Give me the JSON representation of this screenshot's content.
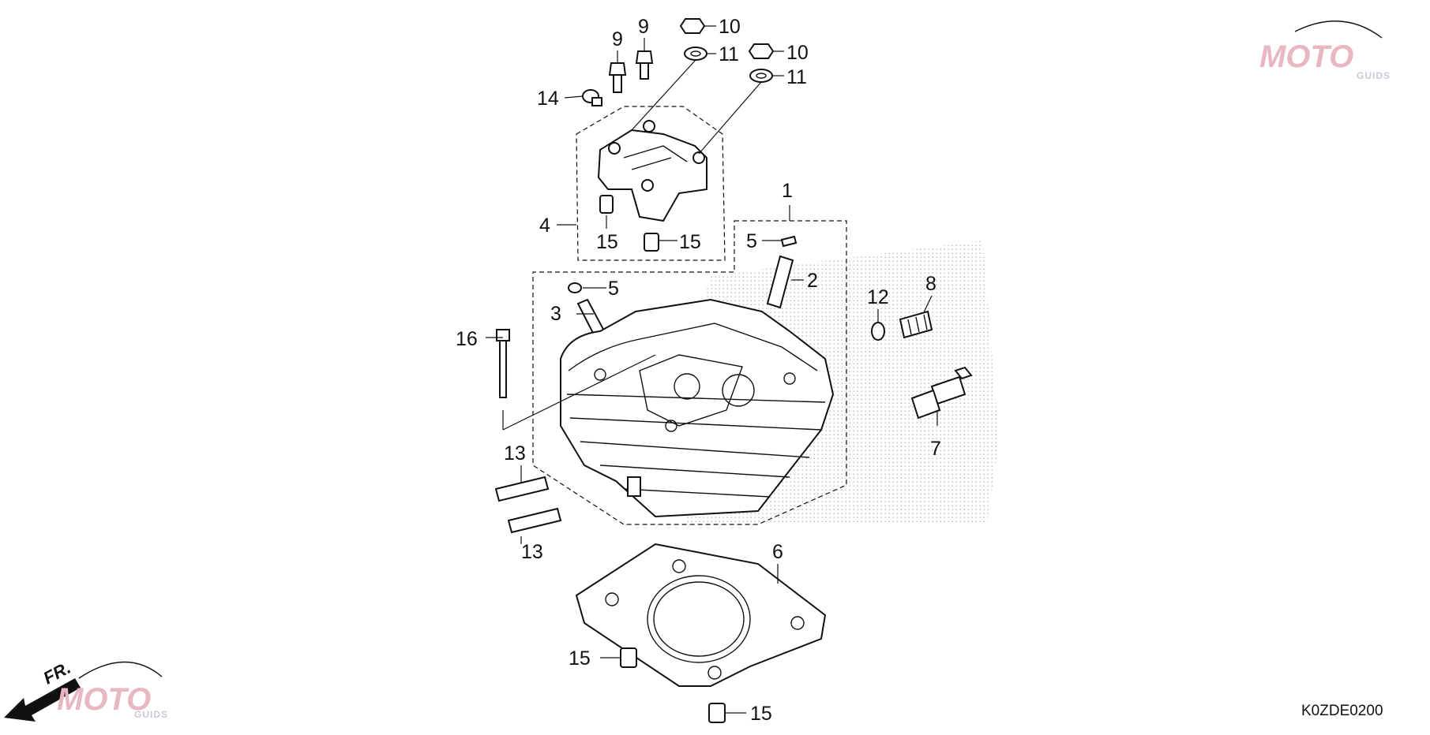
{
  "diagram": {
    "callouts": {
      "c1": "1",
      "c2": "2",
      "c3": "3",
      "c4": "4",
      "c5a": "5",
      "c5b": "5",
      "c6": "6",
      "c7": "7",
      "c8": "8",
      "c9a": "9",
      "c9b": "9",
      "c10a": "10",
      "c10b": "10",
      "c11a": "11",
      "c11b": "11",
      "c12": "12",
      "c13a": "13",
      "c13b": "13",
      "c14": "14",
      "c15a": "15",
      "c15b": "15",
      "c15c": "15",
      "c15d": "15",
      "c16": "16"
    },
    "diagram_code": "K0ZDE0200",
    "front_marker": "FR.",
    "watermark_top": {
      "main": "MOTO",
      "sub": "GUIDS"
    },
    "watermark_bottom": {
      "main": "MOTO",
      "sub": "GUIDS"
    },
    "colors": {
      "line": "#111111",
      "watermark_pink": "#e8b7c2",
      "watermark_grey": "#c9c9d8",
      "stipple": "#bdbdbd"
    }
  }
}
